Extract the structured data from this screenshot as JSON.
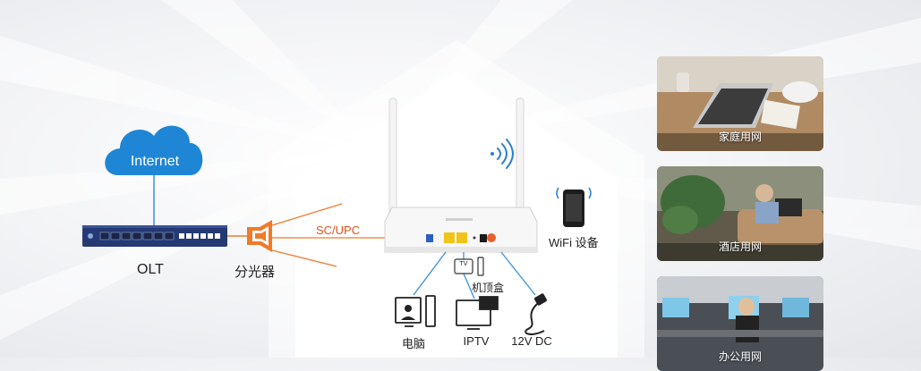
{
  "network": {
    "cloud_label": "Internet",
    "olt_label": "OLT",
    "splitter_label": "分光器",
    "connector_label": "SC/UPC",
    "wifi_device_label": "WiFi 设备",
    "set_top_box_label": "机顶盒",
    "tv_badge": "TV"
  },
  "devices": [
    {
      "label": "电脑",
      "icon": "computer-icon"
    },
    {
      "label": "IPTV",
      "icon": "hd-tv-icon"
    },
    {
      "label": "12V DC",
      "icon": "power-adapter-icon"
    }
  ],
  "scenarios": [
    {
      "label": "家庭用网"
    },
    {
      "label": "酒店用网"
    },
    {
      "label": "办公用网"
    }
  ],
  "colors": {
    "accent_orange": "#f07a2a",
    "cloud_blue": "#1f86d6",
    "olt_navy": "#253a72",
    "port_yellow": "#f0c419"
  }
}
